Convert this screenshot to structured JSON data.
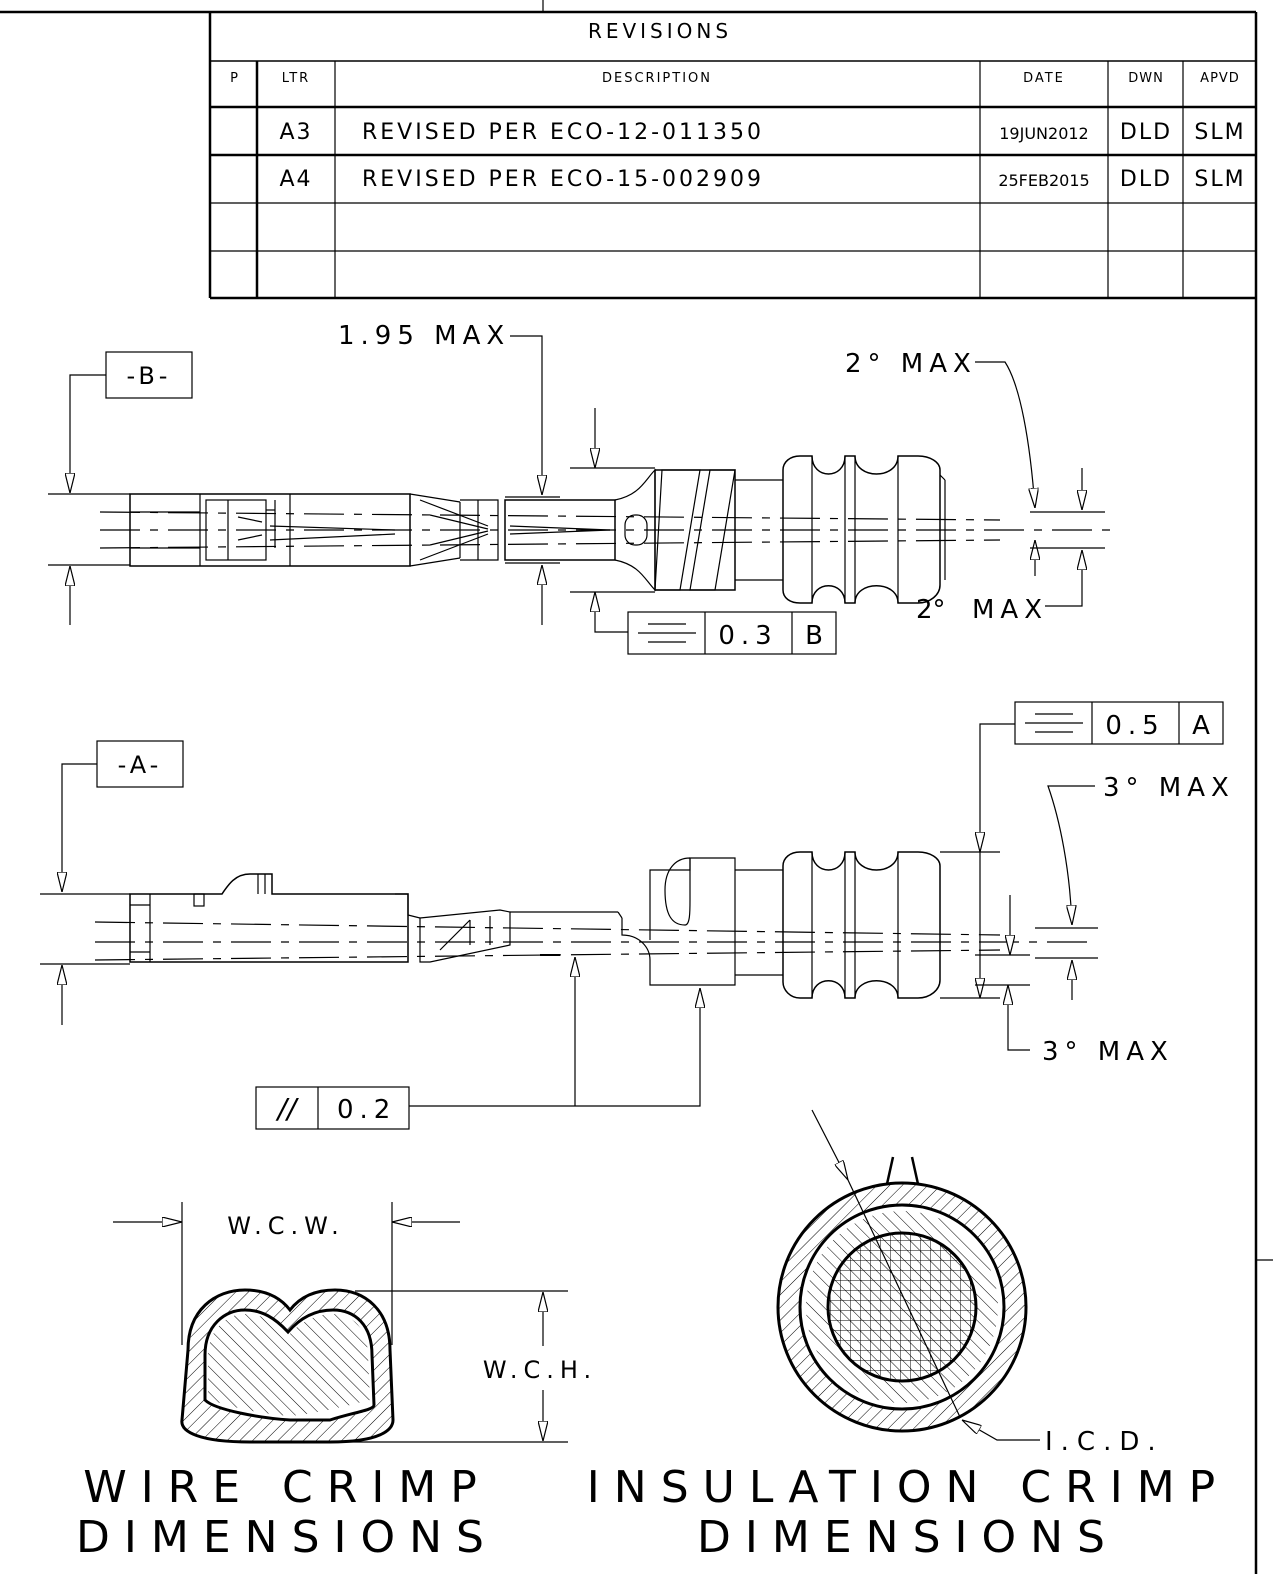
{
  "revisions": {
    "title": "REVISIONS",
    "headers": [
      "P",
      "LTR",
      "DESCRIPTION",
      "DATE",
      "DWN",
      "APVD"
    ],
    "rows": [
      {
        "p": "",
        "ltr": "A3",
        "description": "REVISED PER ECO-12-011350",
        "date": "19JUN2012",
        "dwn": "DLD",
        "apvd": "SLM"
      },
      {
        "p": "",
        "ltr": "A4",
        "description": "REVISED PER ECO-15-002909",
        "date": "25FEB2015",
        "dwn": "DLD",
        "apvd": "SLM"
      },
      {
        "p": "",
        "ltr": "",
        "description": "",
        "date": "",
        "dwn": "",
        "apvd": ""
      },
      {
        "p": "",
        "ltr": "",
        "description": "",
        "date": "",
        "dwn": "",
        "apvd": ""
      }
    ]
  },
  "top_view": {
    "datum_label": "-B-",
    "length_callout": "1.95 MAX",
    "angle_top": "2° MAX",
    "angle_bottom_deg": "2°",
    "angle_bottom_text": "MAX",
    "fcf": {
      "symbol": "symmetry",
      "value": "0.3",
      "datum": "B"
    }
  },
  "side_view": {
    "datum_label": "-A-",
    "fcf": {
      "symbol": "symmetry",
      "value": "0.5",
      "datum": "A"
    },
    "angle_top": "3° MAX",
    "angle_bottom": "3° MAX",
    "parallel_fcf": {
      "symbol": "//",
      "value": "0.2"
    }
  },
  "wire_crimp": {
    "width_label": "W.C.W.",
    "height_label": "W.C.H.",
    "title_line1": "WIRE CRIMP",
    "title_line2": "DIMENSIONS"
  },
  "insulation_crimp": {
    "diameter_label": "I.C.D.",
    "title_line1": "INSULATION CRIMP",
    "title_line2": "DIMENSIONS"
  }
}
